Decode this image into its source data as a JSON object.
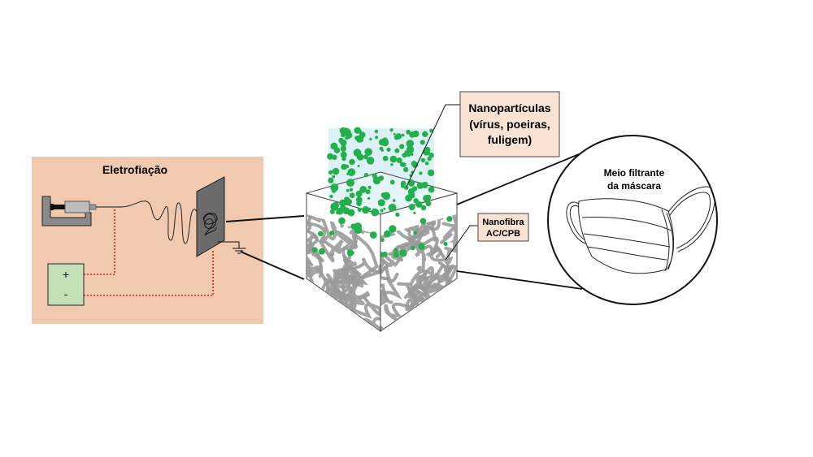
{
  "electrospinning": {
    "title": "Eletrofiação",
    "plus_sign": "+",
    "minus_sign": "-"
  },
  "nanoparticles_label": [
    "Nanopartículas",
    "(vírus, poeiras,",
    "fuligem)"
  ],
  "nanofiber_label": [
    "Nanofibra",
    "AC/CPB"
  ],
  "mask_label": [
    "Meio filtrante",
    "da máscara"
  ],
  "colors": {
    "panel_bg": "#f1c9ae",
    "callout_bg": "#fbe3d4",
    "power_supply": "#c5e0b4",
    "particle_green": "#22b04b",
    "particle_zone": "#dcf0f6",
    "fiber_gray": "#9a9a9a",
    "collector_gray": "#6b6b6b",
    "wire_red": "#c00000"
  },
  "icons": {
    "syringe": "syringe-icon",
    "power": "power-supply-icon",
    "collector": "collector-plate-icon",
    "ground": "ground-icon",
    "mask": "face-mask-icon"
  }
}
